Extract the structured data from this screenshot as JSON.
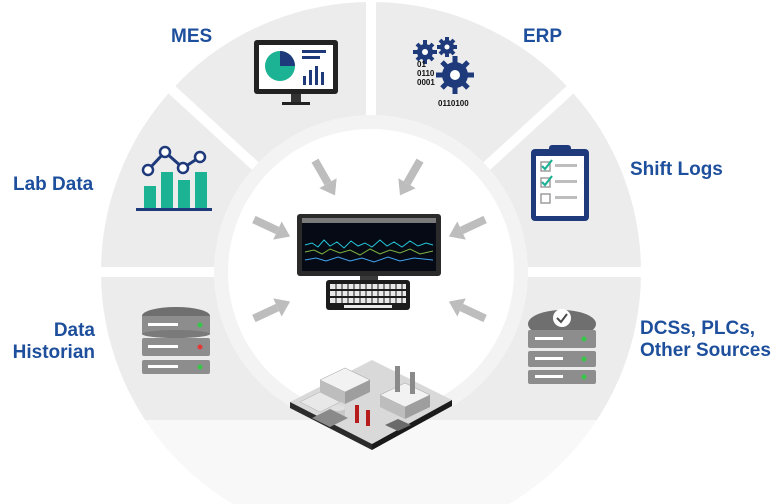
{
  "sources": {
    "mes": {
      "label": "MES"
    },
    "erp": {
      "label": "ERP",
      "binary_lines": [
        "01",
        "0110",
        "0001",
        "0110100"
      ]
    },
    "lab_data": {
      "label": "Lab Data"
    },
    "shift_logs": {
      "label": "Shift Logs"
    },
    "data_historian": {
      "label_lines": [
        "Data",
        "Historian"
      ]
    },
    "dcs": {
      "label_lines": [
        "DCSs, PLCs,",
        "Other Sources"
      ]
    }
  },
  "colors": {
    "label_blue": "#1e4f9c",
    "ring_gray": "#ececec",
    "arrow_gray": "#bdbdbd",
    "teal": "#1bb394",
    "navy": "#1e3a7b",
    "server_gray": "#8d8d8d",
    "led_green": "#37c84a",
    "led_red": "#e53935"
  }
}
